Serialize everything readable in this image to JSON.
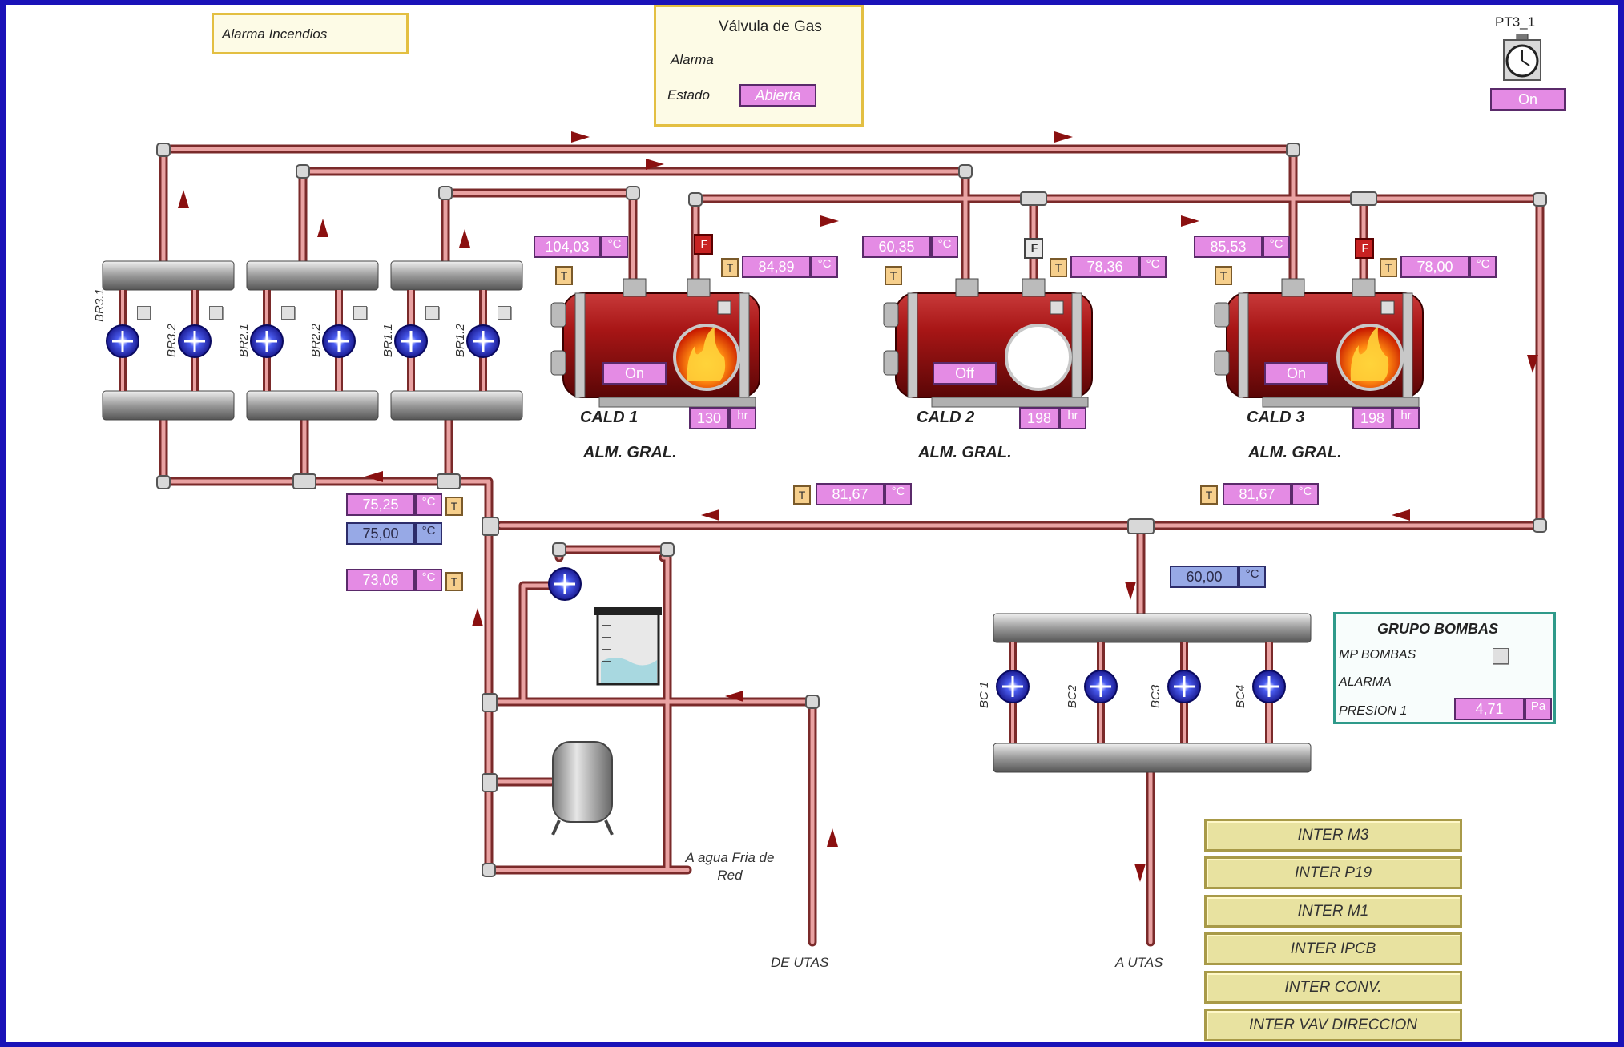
{
  "fire_alarm": {
    "label": "Alarma Incendios"
  },
  "gas_valve": {
    "title": "Válvula de Gas",
    "alarm_label": "Alarma",
    "state_label": "Estado",
    "state_value": "Abierta"
  },
  "timer": {
    "title": "PT3_1",
    "state": "On",
    "icon": "stopwatch-icon"
  },
  "boilers": [
    {
      "name": "CALD 1",
      "location": "ALM. GRAL.",
      "state": "On",
      "hours": "130",
      "hours_unit": "hr",
      "temp_out": "104,03",
      "temp_in": "84,89",
      "unit": "°C",
      "flame": true
    },
    {
      "name": "CALD 2",
      "location": "ALM. GRAL.",
      "state": "Off",
      "hours": "198",
      "hours_unit": "hr",
      "temp_out": "60,35",
      "temp_in": "78,36",
      "unit": "°C",
      "flame": false
    },
    {
      "name": "CALD 3",
      "location": "ALM. GRAL.",
      "state": "On",
      "hours": "198",
      "hours_unit": "hr",
      "temp_out": "85,53",
      "temp_in": "78,00",
      "unit": "°C",
      "flame": true
    }
  ],
  "sensor_letter": "T",
  "valve_letter": "F",
  "return_temps": [
    {
      "value": "81,67",
      "unit": "°C"
    },
    {
      "value": "81,67",
      "unit": "°C"
    }
  ],
  "mix_temps": {
    "t1": {
      "value": "75,25",
      "unit": "°C"
    },
    "setpoint": {
      "value": "75,00",
      "unit": "°C"
    },
    "t2": {
      "value": "73,08",
      "unit": "°C"
    }
  },
  "secondary_setpoint": {
    "value": "60,00",
    "unit": "°C"
  },
  "pumps_return": [
    "BR3.1",
    "BR3.2",
    "BR2.1",
    "BR2.2",
    "BR1.1",
    "BR1.2"
  ],
  "pumps_circ": [
    "BC 1",
    "BC2",
    "BC3",
    "BC4"
  ],
  "pump_group": {
    "title": "GRUPO BOMBAS",
    "mp_label": "MP BOMBAS",
    "alarm_label": "ALARMA",
    "pressure_label": "PRESION 1",
    "pressure_value": "4,71",
    "pressure_unit": "Pa"
  },
  "water_labels": {
    "cold_water": "A agua Fria de Red",
    "from_utas": "DE UTAS",
    "to_utas": "A UTAS"
  },
  "inter_buttons": [
    "INTER M3",
    "INTER P19",
    "INTER M1",
    "INTER IPCB",
    "INTER CONV.",
    "INTER VAV DIRECCION"
  ],
  "colors": {
    "pipe": "#c85a5a",
    "boiler": "#a41414",
    "value_box": "#e48be4",
    "setpoint_box": "#97a9e6"
  }
}
